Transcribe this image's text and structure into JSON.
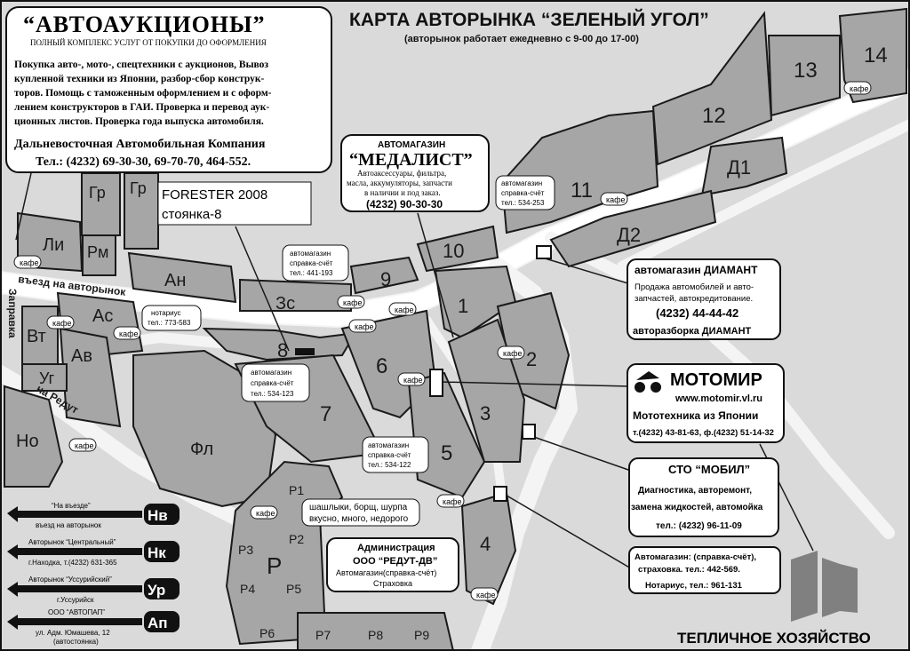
{
  "title": "КАРТА АВТОРЫНКА “ЗЕЛЕНЫЙ УГОЛ”",
  "subtitle": "(авторынок работает ежедневно с 9-00 до 17-00)",
  "ad_autoauction": {
    "title": "“АВТОАУКЦИОНЫ”",
    "subtitle": "ПОЛНЫЙ КОМПЛЕКС УСЛУГ ОТ ПОКУПКИ ДО ОФОРМЛЕНИЯ",
    "lines": [
      "Покупка авто-, мото-, спецтехники с аукционов, Вывоз",
      "купленной техники из Японии, разбор-сбор конструк-",
      "торов. Помощь с таможенным оформлением и с оформ-",
      "лением конструкторов в ГАИ. Проверка и перевод аук-",
      "ционных листов. Проверка года выпуска автомобиля."
    ],
    "company": "Дальневосточная Автомобильная Компания",
    "phones": "Тел.: (4232) 69-30-30, 69-70-70, 464-552."
  },
  "ad_medalist": {
    "label": "АВТОМАГАЗИН",
    "title": "“МЕДАЛИСТ”",
    "lines": [
      "Автоаксессуары, фильтра,",
      "масла, аккумуляторы, запчасти",
      "в наличии и под заказ."
    ],
    "phone": "(4232) 90-30-30"
  },
  "ad_diamant": {
    "title": "автомагазин ДИАМАНТ",
    "lines": [
      "Продажа автомобилей и авто-",
      "запчастей, автокредитование."
    ],
    "phone": "(4232) 44-44-42",
    "footer": "авторазборка ДИАМАНТ"
  },
  "ad_motomir": {
    "title": "МОТОМИР",
    "url": "www.motomir.vl.ru",
    "tagline": "Мототехника из Японии",
    "phones": "т.(4232) 43-81-63, ф.(4232) 51-14-32"
  },
  "ad_mobil": {
    "title": "СТО “МОБИЛ”",
    "lines": [
      "Диагностика, авторемонт,",
      "замена жидкостей, автомойка"
    ],
    "phone": "тел.: (4232) 96-11-09"
  },
  "ad_services": {
    "lines": [
      "Автомагазин: (справка-счёт),",
      "страховка. тел.: 442-569.",
      "Нотариус, тел.: 961-131"
    ]
  },
  "ad_admin": {
    "title": "Администрация",
    "name": "ООО “РЕДУТ-ДВ”",
    "lines": [
      "Автомагазин(справка-счёт)",
      "Страховка"
    ]
  },
  "forester_note": {
    "line1": "FORESTER 2008",
    "line2": "стоянка-8"
  },
  "small_labels": {
    "shop_441": [
      "автомагазин",
      "справка-счёт",
      "тел.: 441-193"
    ],
    "shop_534_253": [
      "автомагазин",
      "справка-счёт",
      "тел.: 534-253"
    ],
    "shop_534_123": [
      "автомагазин",
      "справка-счёт",
      "тел.: 534-123"
    ],
    "shop_534_122": [
      "автомагазин",
      "справка-счёт",
      "тел.: 534-122"
    ],
    "notary": [
      "нотариус",
      "тел.: 773-583"
    ],
    "shashlik": [
      "шашлыки, борщ, шурпа",
      "вкусно, много, недорого"
    ]
  },
  "roads": {
    "entry": "въезд на авторынок",
    "redut": "на Редут",
    "zapravka": "Заправка"
  },
  "bottom_right": "ТЕПЛИЧНОЕ ХОЗЯЙСТВО",
  "cafe": "кафе",
  "zones": {
    "z1": "1",
    "z2": "2",
    "z3": "3",
    "z4": "4",
    "z5": "5",
    "z6": "6",
    "z7": "7",
    "z8": "8",
    "z9": "9",
    "z10": "10",
    "z11": "11",
    "z12": "12",
    "z13": "13",
    "z14": "14",
    "d1": "Д1",
    "d2": "Д2",
    "gr1": "Гр",
    "gr2": "Гр",
    "li": "Ли",
    "rm": "Рм",
    "an": "Ан",
    "zs": "Зс",
    "as": "Ас",
    "vt": "Вт",
    "av": "Ав",
    "ug": "Уг",
    "no": "Но",
    "fl": "Фл",
    "p": "Р",
    "p1": "Р1",
    "p2": "Р2",
    "p3": "Р3",
    "p4": "Р4",
    "p5": "Р5",
    "p6": "Р6",
    "p7": "Р7",
    "p8": "Р8",
    "p9": "Р9"
  },
  "directions": [
    {
      "code": "Нв",
      "top": "“На въезде”",
      "bottom": "въезд на авторынок"
    },
    {
      "code": "Нк",
      "top": "Авторынок “Центральный”",
      "bottom": "г.Находка, т.(4232) 631-365"
    },
    {
      "code": "Ур",
      "top": "Авторынок “Уссурийский”",
      "bottom": "г.Уссурийск"
    },
    {
      "code": "Ап",
      "top": "ООО “АВТОПАП”",
      "bottom": "ул. Адм. Юмашева, 12",
      "bottom2": "(автостоянка)"
    }
  ],
  "colors": {
    "background": "#d9d9d9",
    "zone": "#a6a6a6",
    "road": "#f4f4f4",
    "outline": "#1a1a1a",
    "box": "#ffffff",
    "logo": "#808080"
  }
}
